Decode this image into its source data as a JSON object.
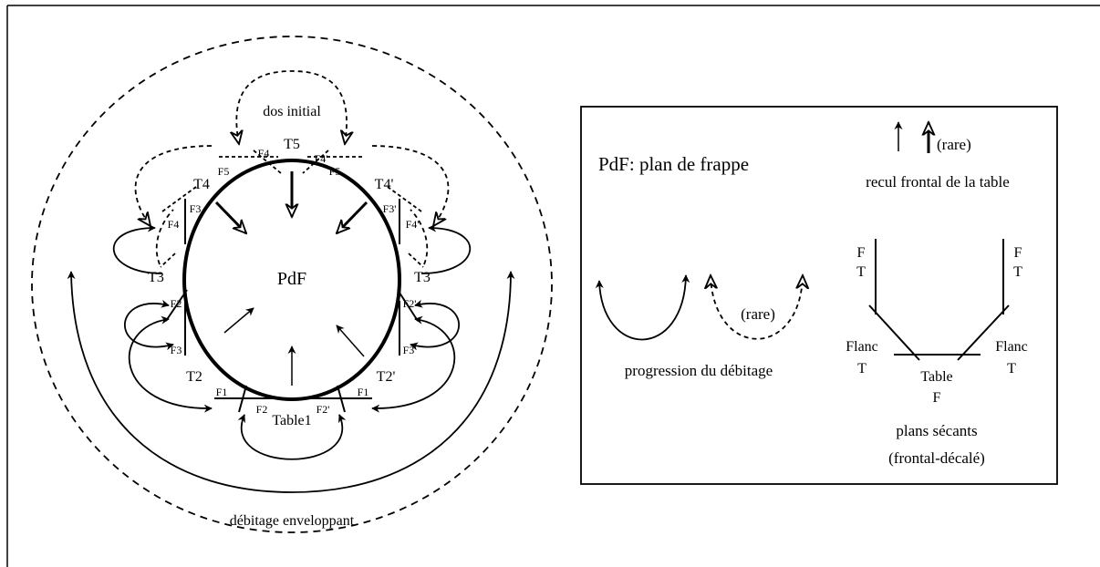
{
  "diagram": {
    "center_label": "PdF",
    "top_label": "dos initial",
    "bottom_label": "Table1",
    "outer_label": "débitage enveloppant",
    "tables": {
      "t5": "T5",
      "t4": "T4",
      "t4p": "T4'",
      "t3_left": "T3",
      "t3_right": "T3",
      "t2": "T2",
      "t2p": "T2'"
    },
    "flanks": {
      "f5_left": "F5",
      "f4_left_top": "F4",
      "f4p_top": "F4'",
      "f5_right": "F5",
      "f3_left_top": "F3",
      "f4_left": "F4",
      "f3p_top": "F3'",
      "f4p_right": "F4'",
      "f2_left": "F2",
      "f3_left_bottom": "F3",
      "f2p_right": "F2'",
      "f3p_bottom": "F3'",
      "f1_left": "F1",
      "f2_bottom": "F2",
      "f2p_bottom": "F2'",
      "f1_right": "F1"
    }
  },
  "legend": {
    "pdf_definition": "PdF: plan de frappe",
    "recul_rare": "(rare)",
    "recul_label": "recul frontal de la table",
    "progression_rare": "(rare)",
    "progression_label": "progression du débitage",
    "secant": {
      "f_left": "F",
      "t_left": "T",
      "f_right": "F",
      "t_right": "T",
      "flanc_left": "Flanc",
      "flanc_left_t": "T",
      "flanc_right": "Flanc",
      "flanc_right_t": "T",
      "table": "Table",
      "table_f": "F",
      "caption_1": "plans sécants",
      "caption_2": "(frontal-décalé)"
    }
  }
}
